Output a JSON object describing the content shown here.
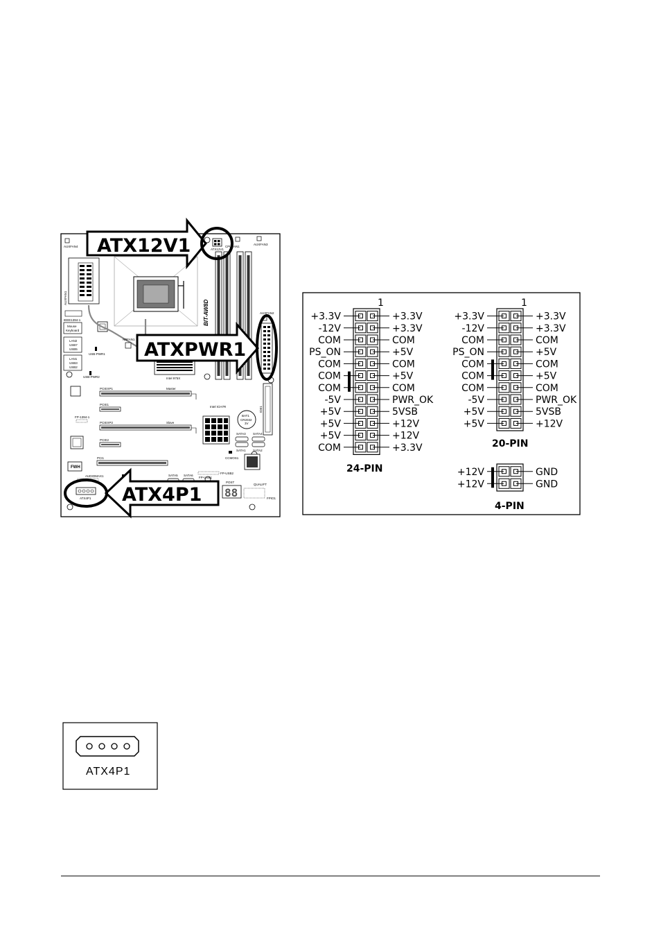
{
  "motherboard": {
    "model_label": "BIT-AW8D",
    "callouts": [
      "ATX12V1",
      "ATXPWR1",
      "ATX4P1"
    ],
    "small_labels": {
      "auxfan4": "AUXFAN4",
      "auxfan3": "AUXFAN3",
      "auxfan2": "AUXFAN2",
      "atx12v1": "ATX12V1",
      "cpufan1": "CPUFAN1",
      "auxfan1": "AUXFAN1",
      "ieee": "IEEE1394-1",
      "mouse": "Mouse",
      "keyboard": "Keyboard",
      "lan2": "LAN2",
      "usb7": "USB7",
      "usb5": "USB5",
      "lan1": "LAN1",
      "usb3": "USB3",
      "usb2": "USB2",
      "usb_pwr1": "USB-PWR1",
      "usb_pwr2": "USB-PWR2",
      "nbfan1": "NBFAN1",
      "intel_975x": "Intel 975X",
      "master": "Master",
      "slave": "Slave",
      "pcie1": "PCIE1",
      "pciexp1": "PCIEXP1",
      "pciexp2": "PCIEXP2",
      "pcie2": "PCIE2",
      "pci1": "PCI1",
      "fp1394": "FP-1394-1",
      "intel_ich7r": "Intel ICH7R",
      "bat1": "BAT1",
      "cr2032": "CR2032",
      "v3": "3V",
      "sata1": "SATA1",
      "sata2": "SATA2",
      "sata3": "SATA3",
      "sata4": "SATA4",
      "sata5": "SATA5",
      "sata6": "SATA6",
      "ccmos1": "CCMOS1",
      "fwh": "FWH",
      "audio_max1": "AUDIOMAX1",
      "atx4p1": "ATX4P1",
      "fp_usb1": "FP-USB1",
      "fp_usb2": "FP-USB2",
      "post": "POST",
      "digits": "88",
      "qualift": "QUALIFT",
      "fpio1": "FPIO1",
      "ide1": "IDE1",
      "atxpwr1": "ATXPWR1"
    }
  },
  "pinout": {
    "pin1_label": "1",
    "pin24": {
      "left": [
        "+3.3V",
        "-12V",
        "COM",
        "PS_ON",
        "COM",
        "COM",
        "COM",
        "-5V",
        "+5V",
        "+5V",
        "+5V",
        "COM"
      ],
      "right": [
        "+3.3V",
        "+3.3V",
        "COM",
        "+5V",
        "COM",
        "+5V",
        "COM",
        "PWR_OK",
        "5VSB",
        "+12V",
        "+12V",
        "+3.3V"
      ],
      "caption": "24-PIN"
    },
    "pin20": {
      "left": [
        "+3.3V",
        "-12V",
        "COM",
        "PS_ON",
        "COM",
        "COM",
        "COM",
        "-5V",
        "+5V",
        "+5V"
      ],
      "right": [
        "+3.3V",
        "+3.3V",
        "COM",
        "+5V",
        "COM",
        "+5V",
        "COM",
        "PWR_OK",
        "5VSB",
        "+12V"
      ],
      "caption": "20-PIN"
    },
    "pin4": {
      "left": [
        "+12V",
        "+12V"
      ],
      "right": [
        "GND",
        "GND"
      ],
      "caption": "4-PIN"
    }
  },
  "detail": {
    "label": "ATX4P1"
  }
}
